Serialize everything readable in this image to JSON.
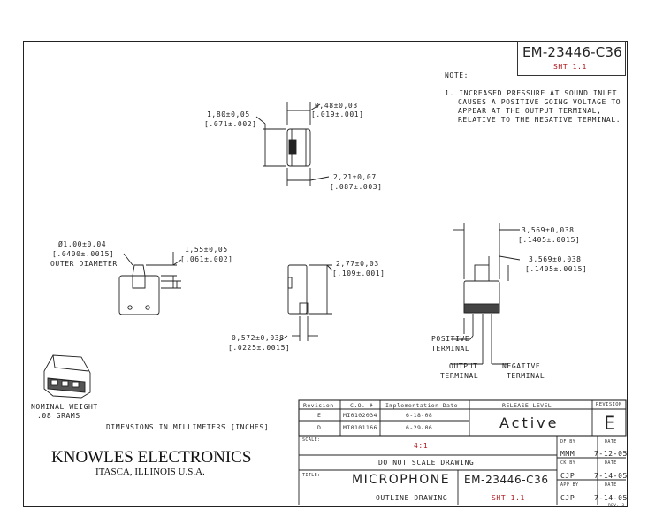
{
  "drawing_number": "EM-23446-C36",
  "sheet": "SHT 1.1",
  "note_label": "NOTE:",
  "note_lines": [
    "1. INCREASED PRESSURE AT SOUND INLET",
    "CAUSES A POSITIVE GOING VOLTAGE TO",
    "APPEAR AT THE OUTPUT TERMINAL,",
    "RELATIVE TO THE NEGATIVE TERMINAL."
  ],
  "dims": {
    "top_width": {
      "mm": "1,80±0,05",
      "in": "[.071±.002]"
    },
    "top_port": {
      "mm": "0,48±0,03",
      "in": "[.019±.001]"
    },
    "top_depth": {
      "mm": "2,21±0,07",
      "in": "[.087±.003]"
    },
    "port_dia": {
      "mm": "Ø1,00±0,04",
      "in": "[.0400±.0015]",
      "label": "OUTER DIAMETER"
    },
    "port_height": {
      "mm": "1,55±0,05",
      "in": "[.061±.002]"
    },
    "side_height": {
      "mm": "2,77±0,03",
      "in": "[.109±.001]"
    },
    "side_term": {
      "mm": "0,572±0,038",
      "in": "[.0225±.0015]"
    },
    "front_pitch1": {
      "mm": "3,569±0,038",
      "in": "[.1405±.0015]"
    },
    "front_pitch2": {
      "mm": "3,569±0,038",
      "in": "[.1405±.0015]"
    }
  },
  "terminals": {
    "positive": [
      "POSITIVE",
      "TERMINAL"
    ],
    "output": [
      "OUTPUT",
      "TERMINAL"
    ],
    "negative": [
      "NEGATIVE",
      "TERMINAL"
    ]
  },
  "weight": [
    "NOMINAL WEIGHT",
    ".08 GRAMS"
  ],
  "units_note": "DIMENSIONS IN MILLIMETERS [INCHES]",
  "revision_table": {
    "headers": [
      "Revision",
      "C.O. #",
      "Implementation Date"
    ],
    "rows": [
      [
        "E",
        "MI0102034",
        "6-18-08"
      ],
      [
        "D",
        "MI0101166",
        "6-29-06"
      ]
    ]
  },
  "release_level_label": "RELEASE LEVEL",
  "release_level": "Active",
  "revision_label": "REVISION",
  "revision": "E",
  "company": "KNOWLES ELECTRONICS",
  "location": "ITASCA, ILLINOIS U.S.A.",
  "scale_label": "SCALE:",
  "scale": "4:1",
  "no_scale": "DO NOT SCALE DRAWING",
  "title_label": "TITLE:",
  "title": "MICROPHONE",
  "subtitle": "OUTLINE DRAWING",
  "approvals": [
    {
      "role": "DF BY",
      "date_label": "DATE",
      "initials": "MMM",
      "date": "7-12-05"
    },
    {
      "role": "CK BY",
      "date_label": "DATE",
      "initials": "CJP",
      "date": "7-14-05"
    },
    {
      "role": "APP BY",
      "date_label": "DATE",
      "initials": "CJP",
      "date": "7-14-05"
    }
  ],
  "footer_small": "REV. 3"
}
